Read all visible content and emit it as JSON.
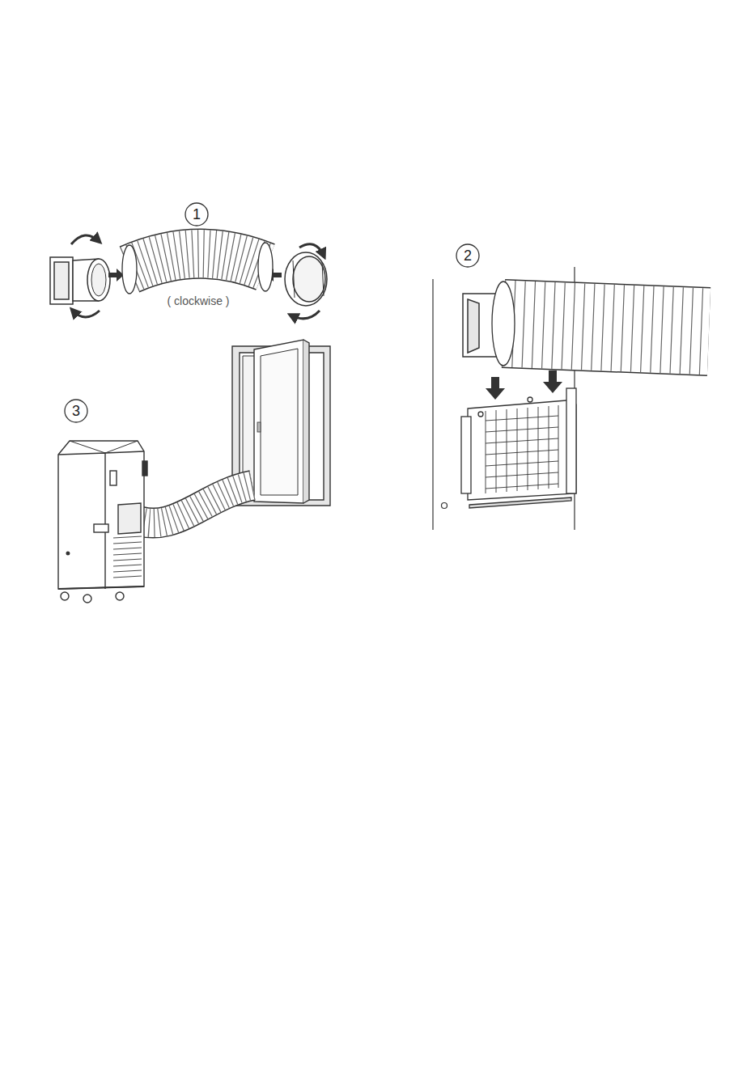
{
  "diagram": {
    "labels": [
      "1",
      "( clockwise )",
      "2",
      "3"
    ]
  }
}
